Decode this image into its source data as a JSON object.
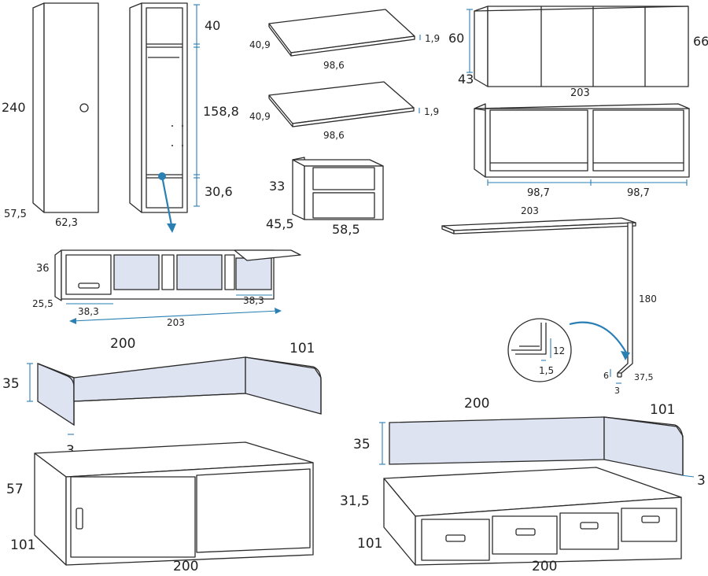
{
  "wardrobe_closed": {
    "height": "240",
    "depth": "57,5",
    "width": "62,3"
  },
  "wardrobe_open": {
    "top": "40",
    "middle": "158,8",
    "bottom": "30,6"
  },
  "shelf_upper": {
    "depth": "40,9",
    "width": "98,6",
    "thickness": "1,9"
  },
  "shelf_lower": {
    "depth": "40,9",
    "width": "98,6",
    "thickness": "1,9"
  },
  "nightstand": {
    "height": "33",
    "depth": "45,5",
    "width": "58,5"
  },
  "wall_cabinet": {
    "height": "60",
    "depth": "43",
    "width": "203",
    "outer_height": "66"
  },
  "open_wall_unit": {
    "left_width": "98,7",
    "right_width": "98,7"
  },
  "desk_unit": {
    "height": "36",
    "depth": "25,5",
    "left_width": "38,3",
    "right_width": "38,3",
    "total_width": "203"
  },
  "wall_desk": {
    "width": "203",
    "height": "180",
    "detail_height": "12",
    "detail_width": "1,5",
    "foot_height": "6",
    "foot_depth": "37,5",
    "foot_thickness": "3"
  },
  "headboard_left": {
    "length": "200",
    "side": "101",
    "height": "35",
    "thickness": "3"
  },
  "bed_left": {
    "height": "57",
    "depth": "101",
    "length": "200"
  },
  "headboard_right": {
    "length": "200",
    "side": "101",
    "height": "35",
    "thickness": "3"
  },
  "bed_right": {
    "height": "31,5",
    "depth": "101",
    "length": "200"
  }
}
